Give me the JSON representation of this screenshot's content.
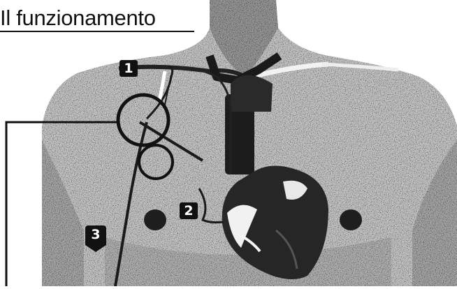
{
  "title": "Il funzionamento",
  "markers": [
    "1",
    "2",
    "3"
  ],
  "colors": {
    "ink": "#111111",
    "skin": "#cfcfcf",
    "paper": "#ffffff"
  }
}
